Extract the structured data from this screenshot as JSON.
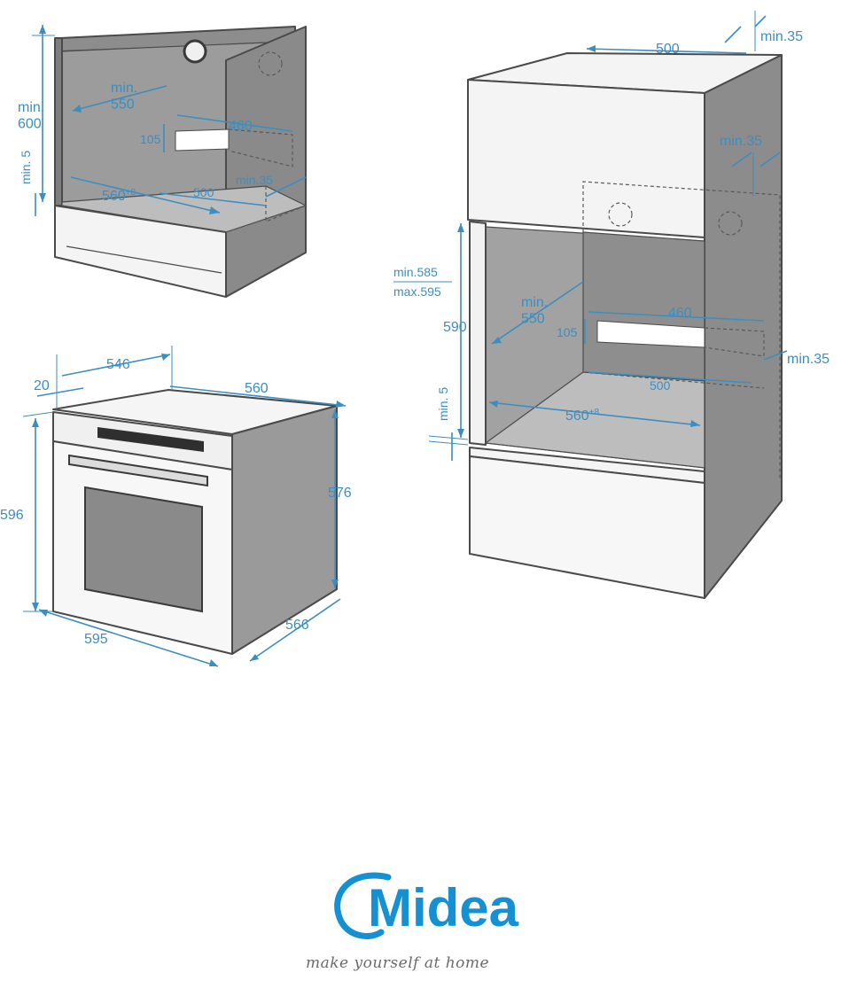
{
  "diagram": {
    "under_counter": {
      "min_height": "min.\n600",
      "min_depth": "min.\n550",
      "opening_height": "105",
      "opening_width": "460",
      "min_gap": "min. 5",
      "width": "560",
      "width_tolerance": "+8",
      "inner_depth": "500",
      "min_side": "min.35"
    },
    "oven": {
      "top_depth": "546",
      "front_thickness": "20",
      "top_width": "560",
      "front_height": "596",
      "body_height": "576",
      "front_width": "595",
      "side_depth": "566"
    },
    "tall_unit": {
      "top_depth": "500",
      "min_top_gap": "min.35",
      "min_side_gap": "min.35",
      "height_range_min": "min.585",
      "height_range_max": "max.595",
      "height": "590",
      "min_depth": "min.\n550",
      "opening_width": "460",
      "opening_height": "105",
      "min_back_gap": "min.35",
      "inner_depth": "500",
      "min_gap": "min. 5",
      "width": "560",
      "width_tolerance": "+8"
    }
  },
  "brand": {
    "logo": "Midea",
    "tagline": "make yourself at home"
  },
  "colors": {
    "dimension": "#3d8ec0",
    "panel": "#9a9a9a",
    "panel_dark": "#7e7e7e",
    "outline": "#4a4a4a",
    "brand": "#1590d3"
  }
}
